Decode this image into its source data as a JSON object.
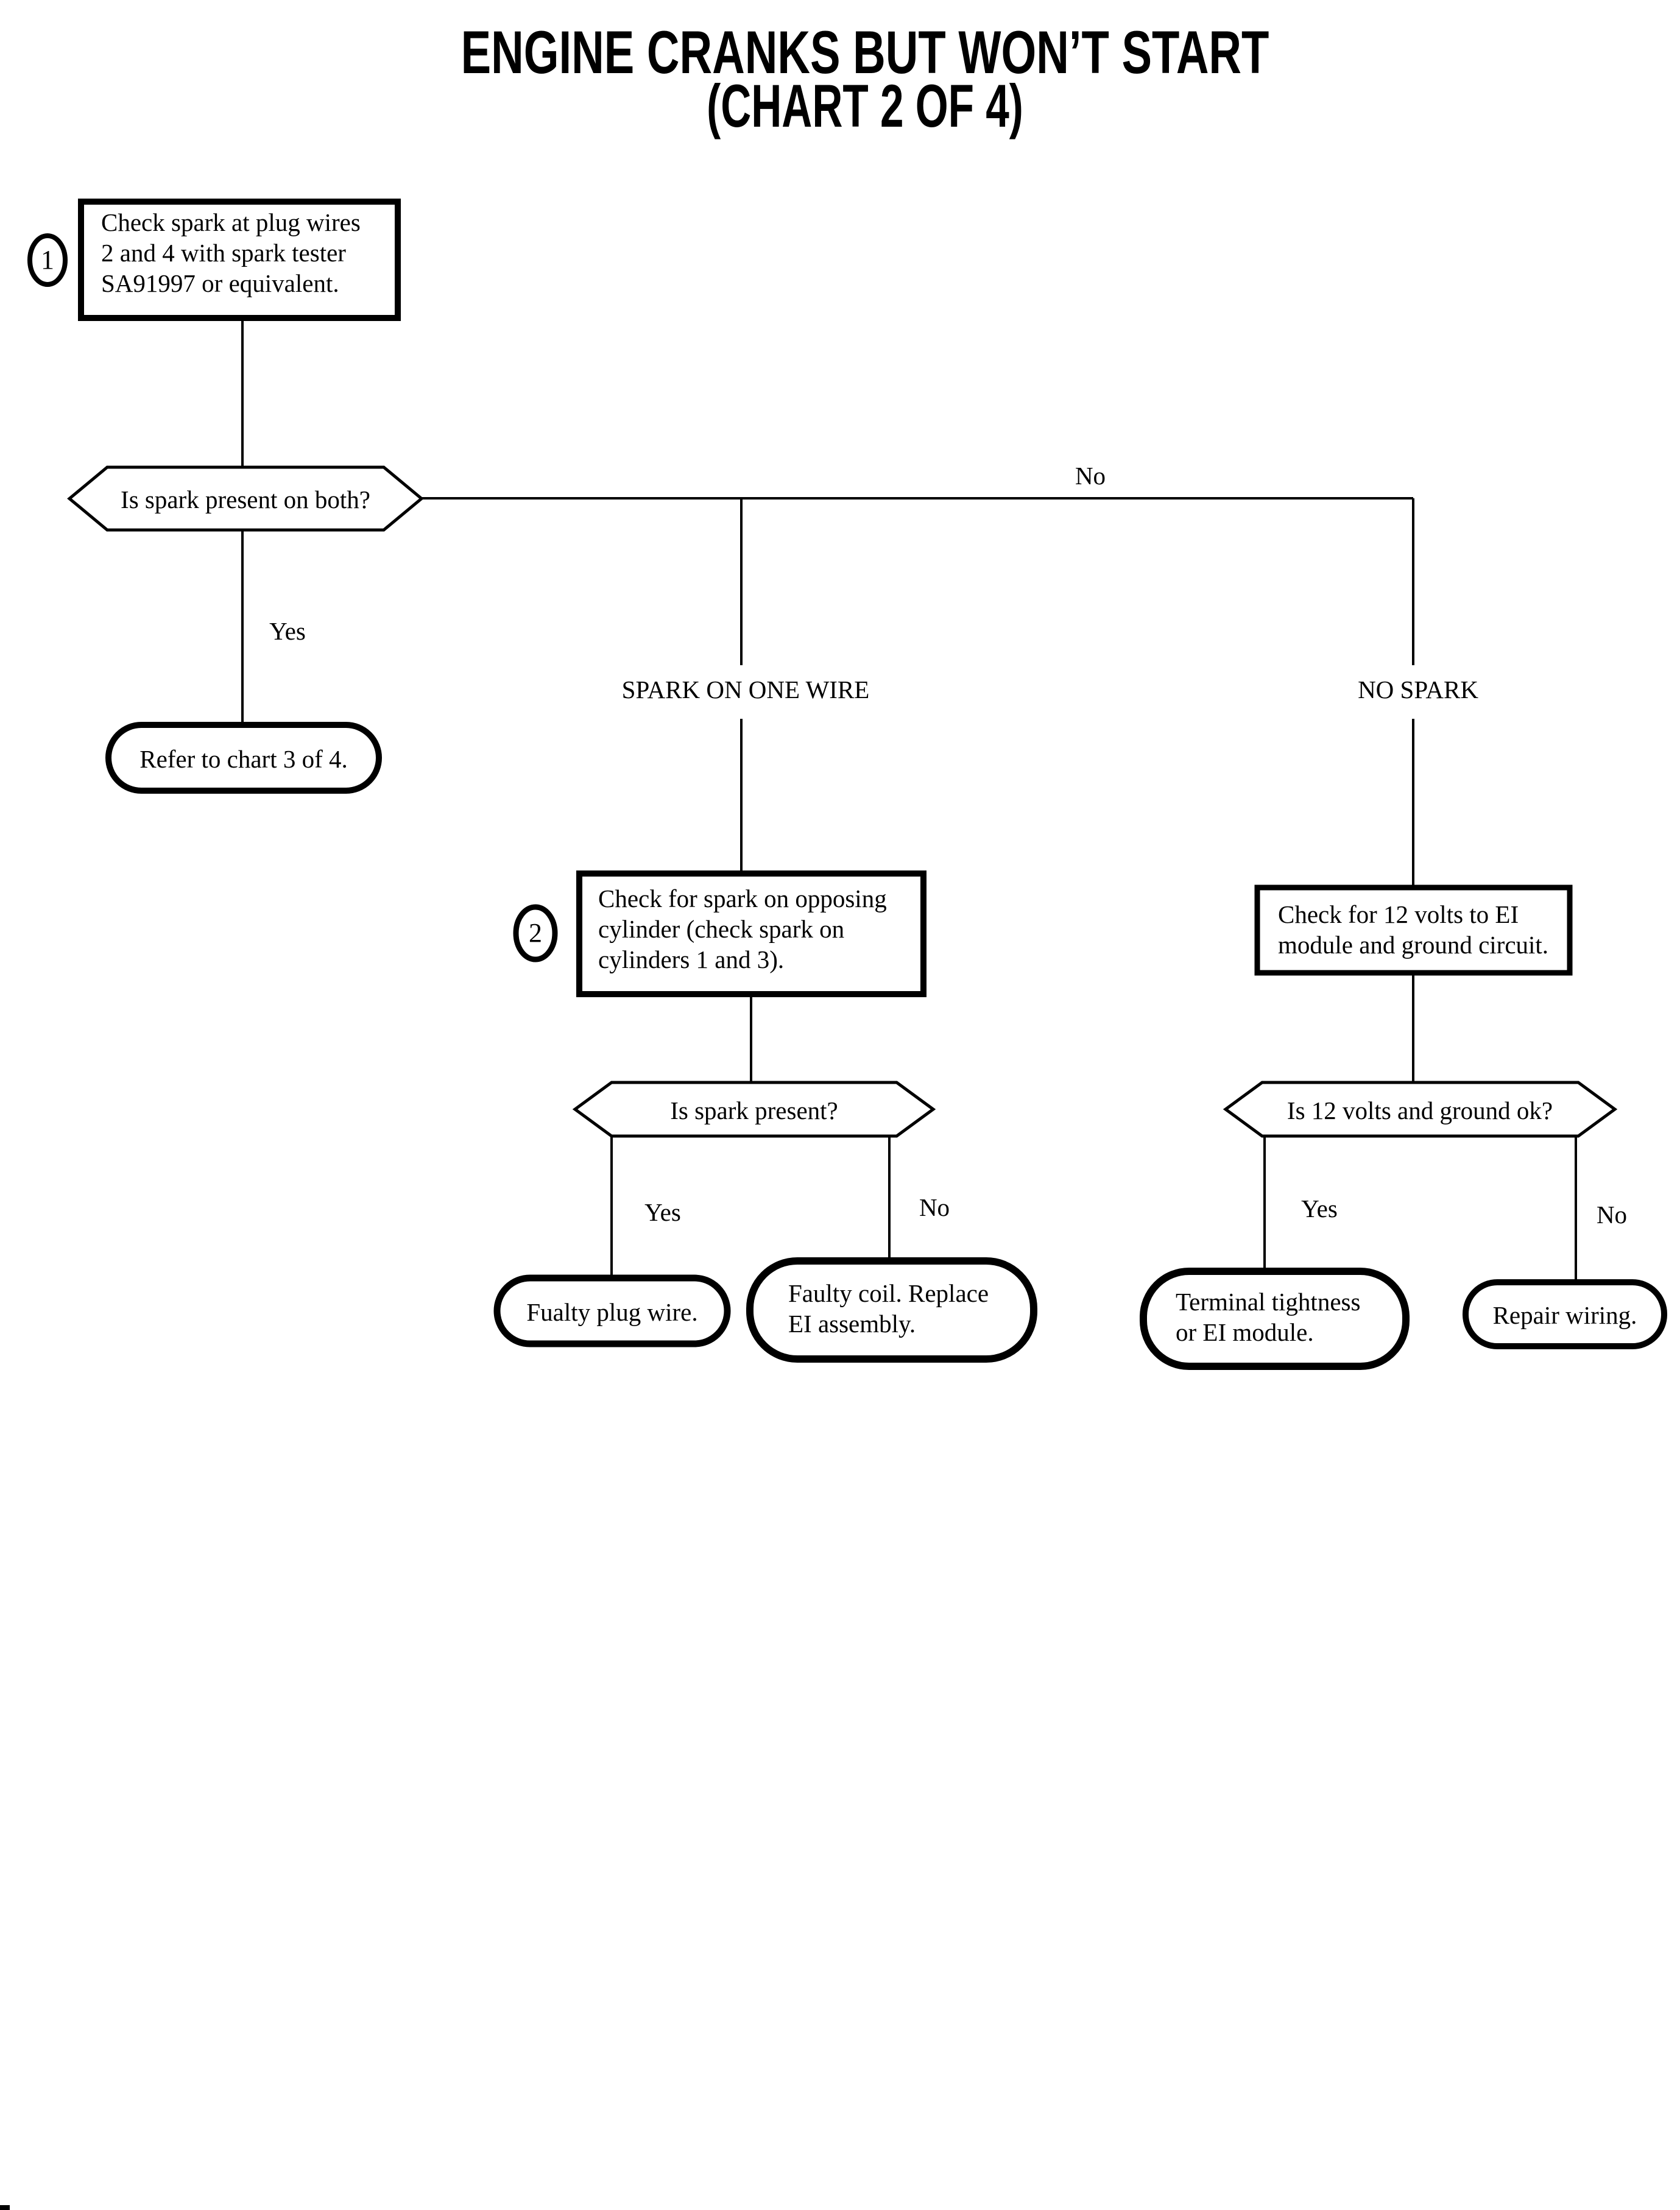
{
  "title": {
    "line1": "ENGINE CRANKS BUT WON’T START",
    "line2": "(CHART 2 OF 4)"
  },
  "colors": {
    "ink": "#000000",
    "background": "#ffffff"
  },
  "nodes": {
    "step1_badge": "1",
    "step1": "Check spark at plug wires\n2 and 4 with spark tester\nSA91997 or equivalent.",
    "decision1": "Is spark present on both?",
    "decision1_yes": "Yes",
    "decision1_no": "No",
    "refer": "Refer to chart 3 of 4.",
    "branch_one_wire": "SPARK ON ONE WIRE",
    "branch_no_spark": "NO SPARK",
    "step2_badge": "2",
    "step2": "Check for spark on opposing\ncylinder (check spark on\ncylinders 1 and 3).",
    "decision2": "Is spark present?",
    "decision2_yes": "Yes",
    "decision2_no": "No",
    "result_plug_wire": "Fualty plug wire.",
    "result_coil": "Faulty coil. Replace\nEI assembly.",
    "step3": "Check for 12 volts to EI\nmodule and ground circuit.",
    "decision3": "Is 12 volts and ground ok?",
    "decision3_yes": "Yes",
    "decision3_no": "No",
    "result_terminal": "Terminal tightness\nor EI module.",
    "result_wiring": "Repair wiring."
  }
}
